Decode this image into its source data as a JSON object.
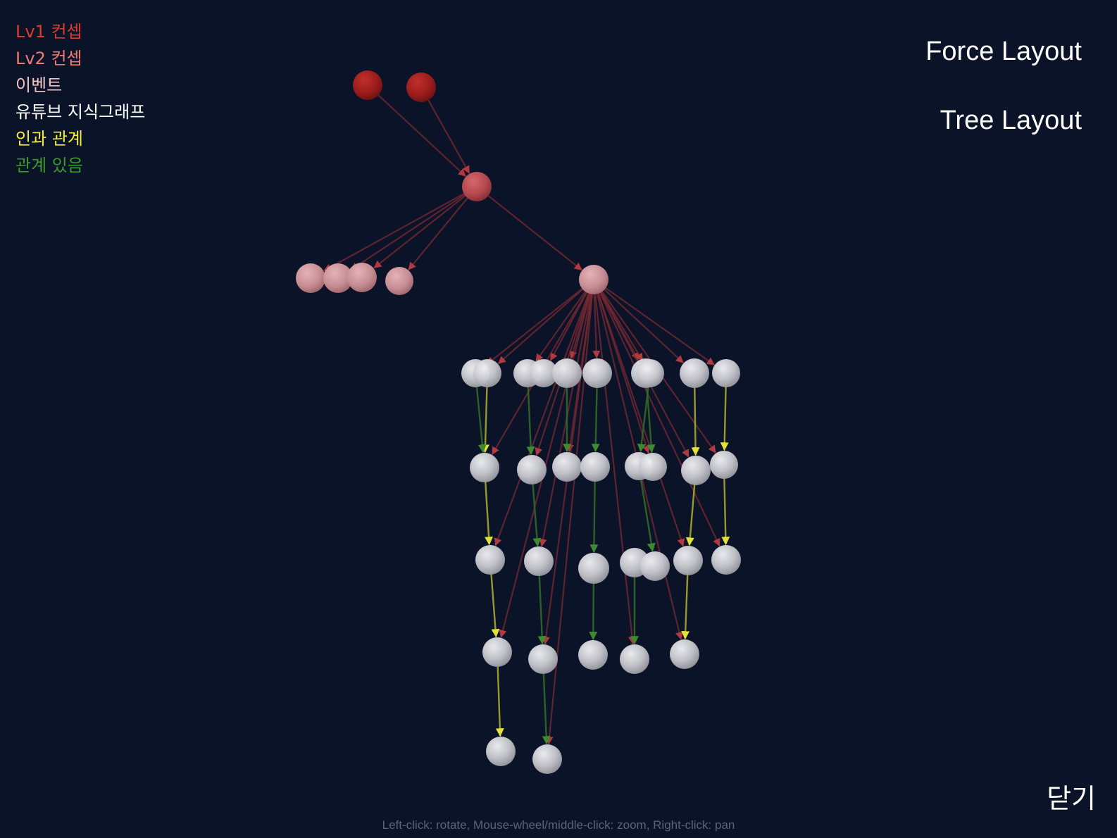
{
  "legend": [
    {
      "label": "Lv1 컨셉",
      "color": "#e03a2e"
    },
    {
      "label": "Lv2 컨셉",
      "color": "#f07a72"
    },
    {
      "label": "이벤트",
      "color": "#f5c3c3"
    },
    {
      "label": "유튜브 지식그래프",
      "color": "#ffffff"
    },
    {
      "label": "인과 관계",
      "color": "#f2ee3a"
    },
    {
      "label": "관계 있음",
      "color": "#3a9a2c"
    }
  ],
  "controls": {
    "force_layout": "Force Layout",
    "tree_layout": "Tree Layout",
    "close": "닫기"
  },
  "hint": "Left-click: rotate, Mouse-wheel/middle-click: zoom, Right-click: pan",
  "colors": {
    "background": "#0b1328",
    "lv1_node": "#9e1b1b",
    "lv2_node": "#b84f54",
    "event_node": "#c99097",
    "kg_node": "#c9c9cf",
    "concept_edge": "#7a2a30",
    "causal_edge": "#b8b830",
    "related_edge": "#2f6a25"
  },
  "graph": {
    "nodes": [
      {
        "id": "L1a",
        "type": "lv1"
      },
      {
        "id": "L1b",
        "type": "lv1"
      },
      {
        "id": "L2",
        "type": "lv2"
      },
      {
        "id": "E1",
        "type": "event"
      },
      {
        "id": "E2",
        "type": "event"
      },
      {
        "id": "E3",
        "type": "event"
      },
      {
        "id": "E4",
        "type": "event"
      },
      {
        "id": "E5",
        "type": "event"
      },
      {
        "id": "A1",
        "type": "kg"
      },
      {
        "id": "A2",
        "type": "kg"
      },
      {
        "id": "A3",
        "type": "kg"
      },
      {
        "id": "A4",
        "type": "kg"
      },
      {
        "id": "A5",
        "type": "kg"
      },
      {
        "id": "A6",
        "type": "kg"
      },
      {
        "id": "A7",
        "type": "kg"
      },
      {
        "id": "A8",
        "type": "kg"
      },
      {
        "id": "A9",
        "type": "kg"
      },
      {
        "id": "A10",
        "type": "kg"
      },
      {
        "id": "B1",
        "type": "kg"
      },
      {
        "id": "B2",
        "type": "kg"
      },
      {
        "id": "B3",
        "type": "kg"
      },
      {
        "id": "B4",
        "type": "kg"
      },
      {
        "id": "B5",
        "type": "kg"
      },
      {
        "id": "B6",
        "type": "kg"
      },
      {
        "id": "B7",
        "type": "kg"
      },
      {
        "id": "B8",
        "type": "kg"
      },
      {
        "id": "C1",
        "type": "kg"
      },
      {
        "id": "C2",
        "type": "kg"
      },
      {
        "id": "C3",
        "type": "kg"
      },
      {
        "id": "C4",
        "type": "kg"
      },
      {
        "id": "C5",
        "type": "kg"
      },
      {
        "id": "C6",
        "type": "kg"
      },
      {
        "id": "C7",
        "type": "kg"
      },
      {
        "id": "D1",
        "type": "kg"
      },
      {
        "id": "D2",
        "type": "kg"
      },
      {
        "id": "D3",
        "type": "kg"
      },
      {
        "id": "D4",
        "type": "kg"
      },
      {
        "id": "D5",
        "type": "kg"
      },
      {
        "id": "F1",
        "type": "kg"
      },
      {
        "id": "F2",
        "type": "kg"
      }
    ],
    "links": [
      {
        "source": "L1a",
        "target": "L2",
        "type": "concept"
      },
      {
        "source": "L1b",
        "target": "L2",
        "type": "concept"
      },
      {
        "source": "L2",
        "target": "E1",
        "type": "concept"
      },
      {
        "source": "L2",
        "target": "E2",
        "type": "concept"
      },
      {
        "source": "L2",
        "target": "E3",
        "type": "concept"
      },
      {
        "source": "L2",
        "target": "E4",
        "type": "concept"
      },
      {
        "source": "L2",
        "target": "E5",
        "type": "concept"
      },
      {
        "source": "E5",
        "target": "A1",
        "type": "concept"
      },
      {
        "source": "E5",
        "target": "A2",
        "type": "concept"
      },
      {
        "source": "E5",
        "target": "A3",
        "type": "concept"
      },
      {
        "source": "E5",
        "target": "A4",
        "type": "concept"
      },
      {
        "source": "E5",
        "target": "A5",
        "type": "concept"
      },
      {
        "source": "E5",
        "target": "A6",
        "type": "concept"
      },
      {
        "source": "E5",
        "target": "A7",
        "type": "concept"
      },
      {
        "source": "E5",
        "target": "A8",
        "type": "concept"
      },
      {
        "source": "E5",
        "target": "A9",
        "type": "concept"
      },
      {
        "source": "E5",
        "target": "A10",
        "type": "concept"
      },
      {
        "source": "E5",
        "target": "B1",
        "type": "concept"
      },
      {
        "source": "E5",
        "target": "B2",
        "type": "concept"
      },
      {
        "source": "E5",
        "target": "B3",
        "type": "concept"
      },
      {
        "source": "E5",
        "target": "B6",
        "type": "concept"
      },
      {
        "source": "E5",
        "target": "B7",
        "type": "concept"
      },
      {
        "source": "E5",
        "target": "B8",
        "type": "concept"
      },
      {
        "source": "E5",
        "target": "C1",
        "type": "concept"
      },
      {
        "source": "E5",
        "target": "C2",
        "type": "concept"
      },
      {
        "source": "E5",
        "target": "C6",
        "type": "concept"
      },
      {
        "source": "E5",
        "target": "C7",
        "type": "concept"
      },
      {
        "source": "E5",
        "target": "D1",
        "type": "concept"
      },
      {
        "source": "E5",
        "target": "D2",
        "type": "concept"
      },
      {
        "source": "E5",
        "target": "D4",
        "type": "concept"
      },
      {
        "source": "E5",
        "target": "D5",
        "type": "concept"
      },
      {
        "source": "E5",
        "target": "F2",
        "type": "concept"
      },
      {
        "source": "A2",
        "target": "B1",
        "type": "causal"
      },
      {
        "source": "A1",
        "target": "B1",
        "type": "related"
      },
      {
        "source": "B1",
        "target": "C1",
        "type": "causal"
      },
      {
        "source": "C1",
        "target": "D1",
        "type": "causal"
      },
      {
        "source": "D1",
        "target": "F1",
        "type": "causal"
      },
      {
        "source": "A3",
        "target": "B2",
        "type": "related"
      },
      {
        "source": "B2",
        "target": "C2",
        "type": "related"
      },
      {
        "source": "C2",
        "target": "D2",
        "type": "related"
      },
      {
        "source": "D2",
        "target": "F2",
        "type": "related"
      },
      {
        "source": "A5",
        "target": "B3",
        "type": "related"
      },
      {
        "source": "A6",
        "target": "B4",
        "type": "related"
      },
      {
        "source": "B4",
        "target": "C3",
        "type": "related"
      },
      {
        "source": "C3",
        "target": "D3",
        "type": "related"
      },
      {
        "source": "A8",
        "target": "B5",
        "type": "related"
      },
      {
        "source": "A7",
        "target": "B6",
        "type": "related"
      },
      {
        "source": "B5",
        "target": "C5",
        "type": "related"
      },
      {
        "source": "C4",
        "target": "D4",
        "type": "related"
      },
      {
        "source": "A9",
        "target": "B7",
        "type": "causal"
      },
      {
        "source": "B7",
        "target": "C6",
        "type": "causal"
      },
      {
        "source": "C6",
        "target": "D5",
        "type": "causal"
      },
      {
        "source": "A10",
        "target": "B8",
        "type": "causal"
      },
      {
        "source": "B8",
        "target": "C7",
        "type": "causal"
      }
    ]
  }
}
